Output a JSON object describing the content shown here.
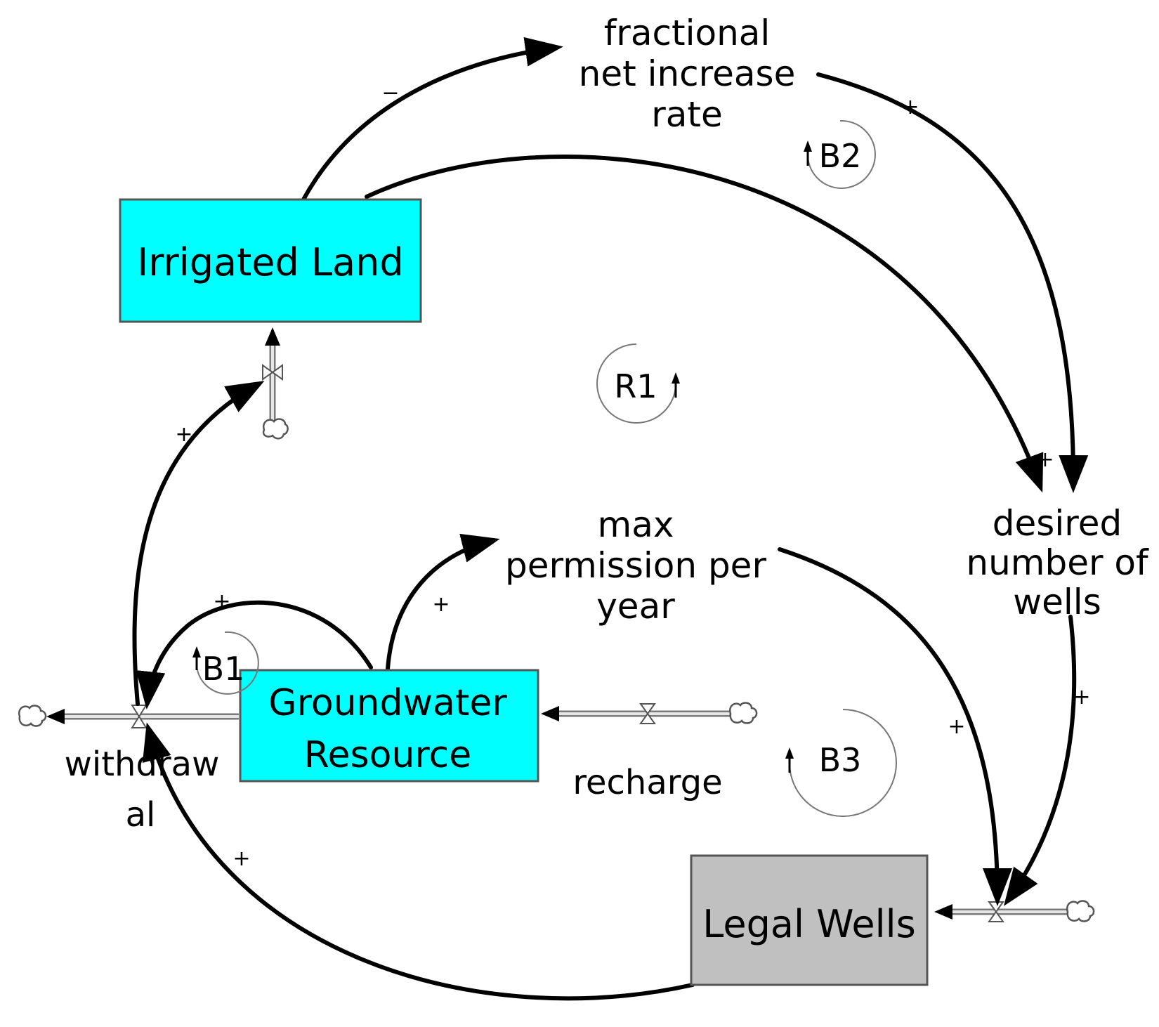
{
  "stocks": {
    "irrigated_land": {
      "label": "Irrigated Land",
      "color": "#00ffff"
    },
    "groundwater_resource": {
      "label_line1": "Groundwater",
      "label_line2": "Resource",
      "color": "#00ffff"
    },
    "legal_wells": {
      "label": "Legal Wells",
      "color": "#c0c0c0"
    }
  },
  "variables": {
    "fractional_net_increase_rate": {
      "line1": "fractional",
      "line2": "net increase",
      "line3": "rate"
    },
    "desired_number_of_wells": {
      "line1": "desired",
      "line2": "number of",
      "line3": "wells"
    },
    "max_permission_per_year": {
      "line1": "max",
      "line2": "permission per",
      "line3": "year"
    }
  },
  "flows": {
    "withdrawal": {
      "line1": "withdraw",
      "line2": "al"
    },
    "recharge": {
      "label": "recharge"
    }
  },
  "loops": {
    "r1": "R1",
    "b1": "B1",
    "b2": "B2",
    "b3": "B3"
  },
  "polarities": {
    "irrigated_to_fractional": "−",
    "fractional_to_desired": "+",
    "irrigated_to_desired": "+",
    "desired_to_wells_inflow": "+",
    "max_permission_to_wells_inflow": "+",
    "groundwater_to_max_permission": "+",
    "groundwater_to_withdrawal": "+",
    "withdrawal_to_irrigated_inflow": "+",
    "legal_wells_to_withdrawal": "+"
  }
}
